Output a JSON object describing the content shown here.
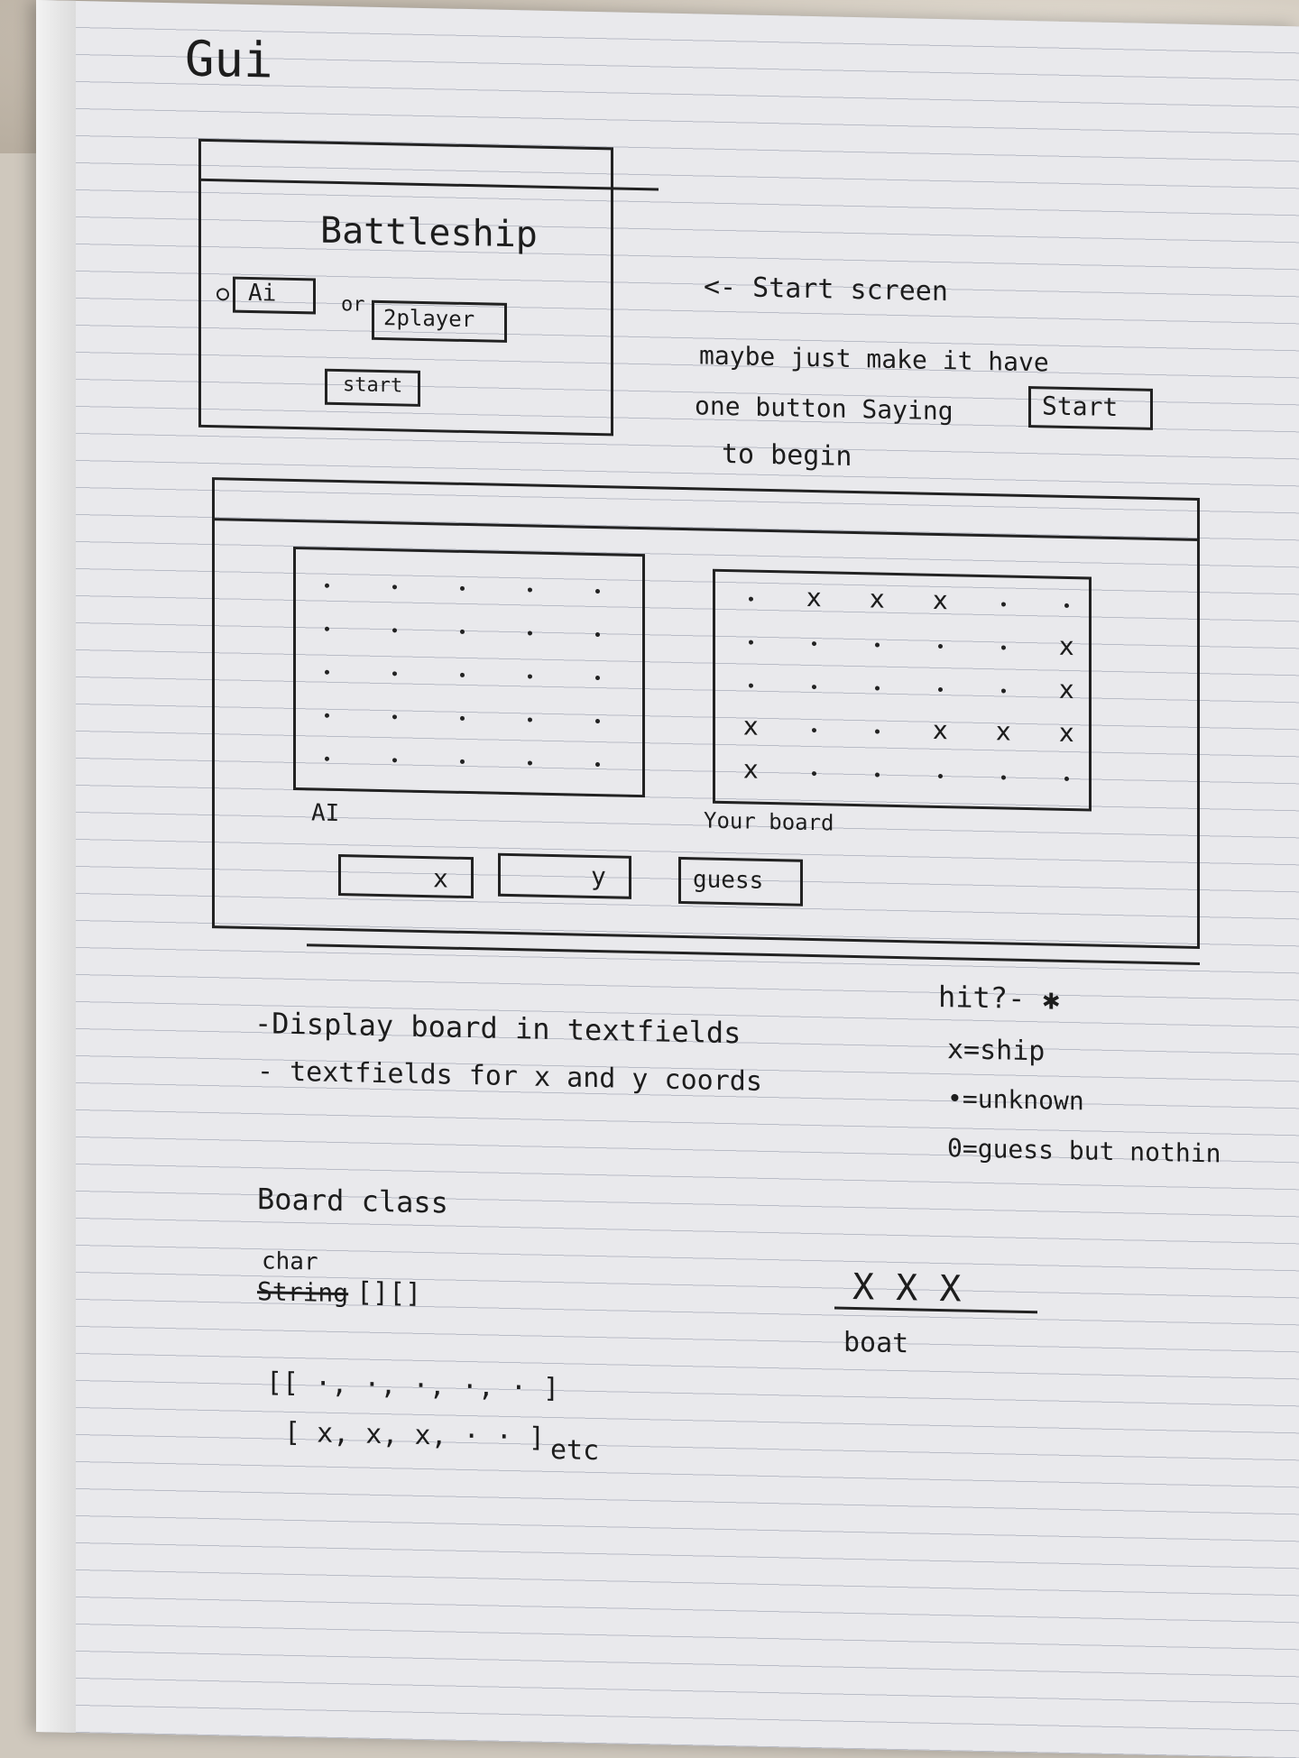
{
  "notebook": {
    "heading": "Gui",
    "start_screen": {
      "title": "Battleship",
      "option_ai": "Ai",
      "option_or": "or",
      "option_2player": "2player",
      "start_button": "start",
      "annotation_arrow": "<- Start screen",
      "note_line1": "maybe just make it have",
      "note_line2": "one button Saying",
      "note_boxed_word": "Start",
      "note_line3": "to begin"
    },
    "game_screen": {
      "ai_board_label": "AI",
      "your_board_label": "Your board",
      "x_field_label": "x",
      "y_field_label": "y",
      "guess_button": "guess",
      "your_board_ship_mark": "x"
    },
    "notes": {
      "line1": "-Display board in textfields",
      "line2": "- textfields for x and y coords"
    },
    "legend": {
      "hit": "hit?- ✱",
      "ship": "x=ship",
      "unknown": "•=unknown",
      "miss": "0=guess but nothin"
    },
    "board_class": {
      "title": "Board class",
      "type_word": "char",
      "struck_word": "String",
      "array_decl": "[][]",
      "row1": "[[ ·, ·, ·, ·, · ]",
      "row2": "[ x, x, x, · · ]",
      "etc": "etc",
      "boat_marks": "X X X",
      "boat_label": "boat"
    }
  }
}
